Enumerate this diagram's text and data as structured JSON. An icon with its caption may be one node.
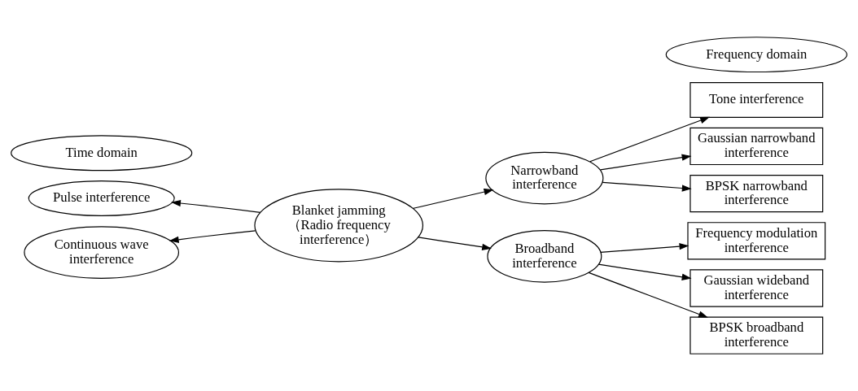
{
  "diagram": {
    "nodes": [
      {
        "text": [
          "Time domain"
        ]
      },
      {
        "text": [
          "Frequency domain"
        ]
      },
      {
        "text": [
          "Pulse interference"
        ]
      },
      {
        "text": [
          "Continuous wave interference"
        ]
      },
      {
        "text": [
          "Blanket jamming （Radio frequency interference）"
        ]
      },
      {
        "text": [
          "Narrowband interference"
        ]
      },
      {
        "text": [
          "Broadband interference"
        ]
      },
      {
        "text": [
          "Tone interference"
        ]
      },
      {
        "text": [
          "Gaussian narrowband interference"
        ]
      },
      {
        "text": [
          "BPSK narrowband interference"
        ]
      },
      {
        "text": [
          "Frequency modulation interference"
        ]
      },
      {
        "text": [
          "Gaussian wideband interference"
        ]
      },
      {
        "text": [
          "BPSK broadband interference"
        ]
      }
    ],
    "edges": [
      {
        "from": 4,
        "to": 2,
        "arrow": "to"
      },
      {
        "from": 4,
        "to": 3,
        "arrow": "to"
      },
      {
        "from": 4,
        "to": 5,
        "arrow": "to"
      },
      {
        "from": 4,
        "to": 6,
        "arrow": "to"
      },
      {
        "from": 5,
        "to": 7,
        "arrow": "to"
      },
      {
        "from": 5,
        "to": 8,
        "arrow": "to"
      },
      {
        "from": 5,
        "to": 9,
        "arrow": "to"
      },
      {
        "from": 6,
        "to": 10,
        "arrow": "to"
      },
      {
        "from": 6,
        "to": 11,
        "arrow": "to"
      },
      {
        "from": 6,
        "to": 12,
        "arrow": "to"
      }
    ]
  }
}
